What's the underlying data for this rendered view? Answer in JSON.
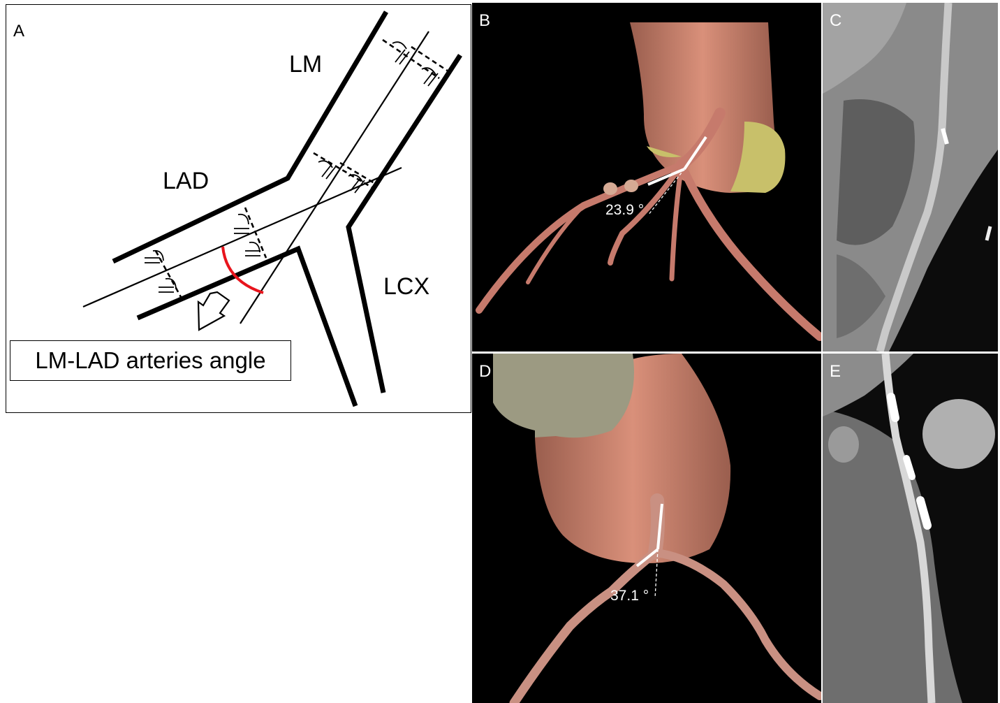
{
  "figure": {
    "panel_labels": {
      "a": "A",
      "b": "B",
      "c": "C",
      "d": "D",
      "e": "E"
    },
    "panel_a": {
      "vessel_labels": {
        "lm": "LM",
        "lad": "LAD",
        "lcx": "LCX"
      },
      "caption": "LM-LAD arteries angle",
      "angle_arc_color": "#e8141c"
    },
    "panel_b": {
      "angle_text": "23.9 °"
    },
    "panel_d": {
      "angle_text": "37.1 °"
    }
  }
}
